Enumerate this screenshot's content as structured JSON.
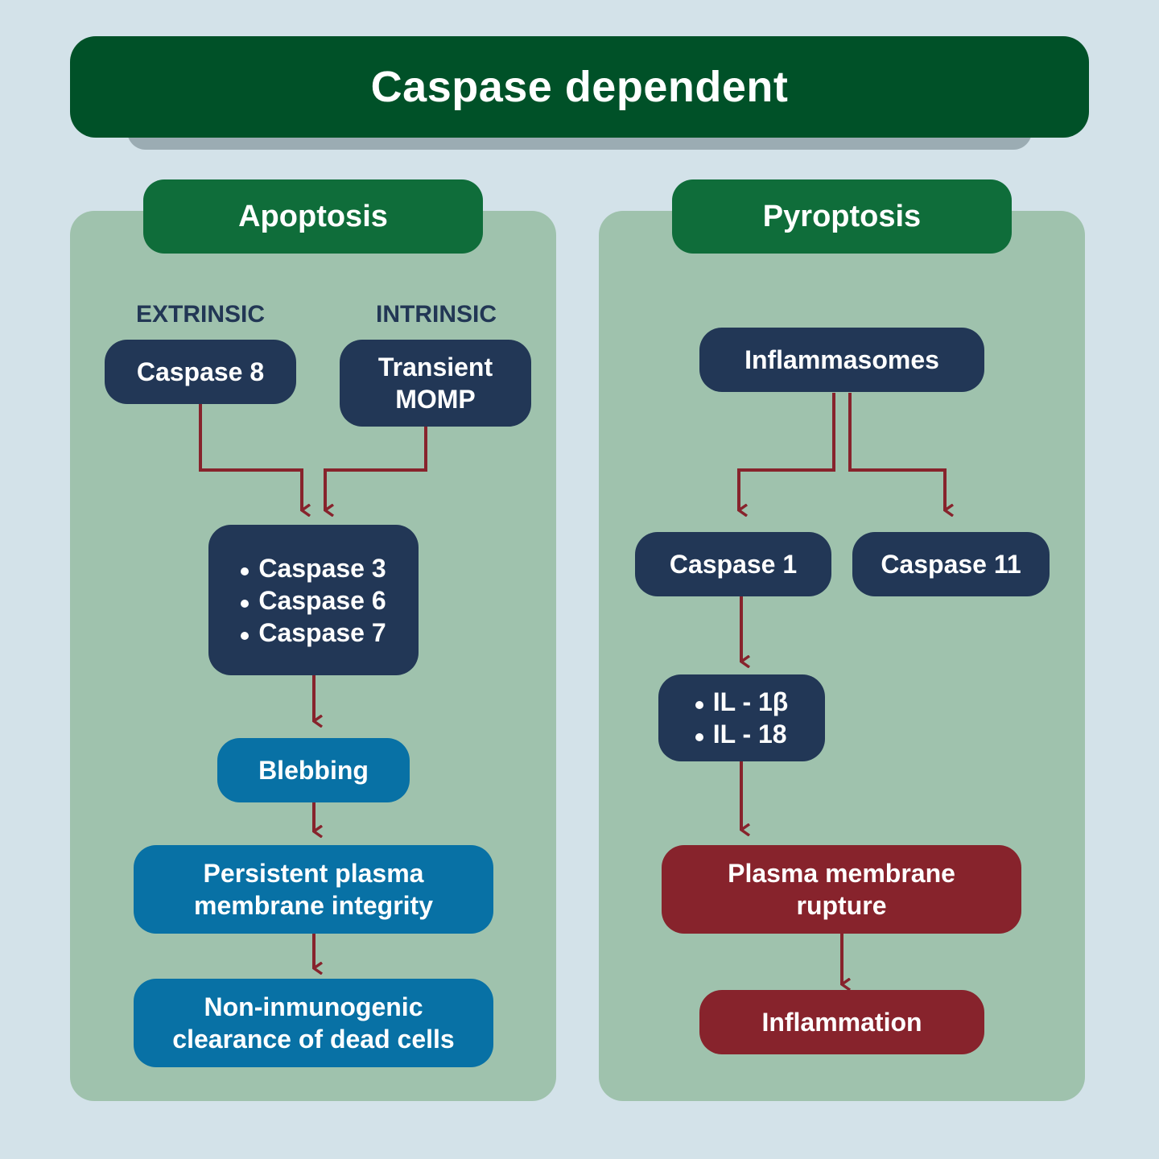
{
  "title": "Caspase dependent",
  "apoptosis": {
    "heading": "Apoptosis",
    "extrinsic_label": "EXTRINSIC",
    "intrinsic_label": "INTRINSIC",
    "caspase8": "Caspase 8",
    "momp_line1": "Transient",
    "momp_line2": "MOMP",
    "executioners": [
      "Caspase 3",
      "Caspase 6",
      "Caspase 7"
    ],
    "blebbing": "Blebbing",
    "integrity_line1": "Persistent plasma",
    "integrity_line2": "membrane integrity",
    "clearance_line1": "Non-inmunogenic",
    "clearance_line2": "clearance of dead cells"
  },
  "pyroptosis": {
    "heading": "Pyroptosis",
    "inflammasomes": "Inflammasomes",
    "caspase1": "Caspase 1",
    "caspase11": "Caspase 11",
    "interleukins": [
      "IL - 1β",
      "IL - 18"
    ],
    "rupture_line1": "Plasma membrane",
    "rupture_line2": "rupture",
    "inflammation": "Inflammation"
  },
  "colors": {
    "title_green": "#005128",
    "header_green": "#0f6d3a",
    "panel_green": "#9fc2ad",
    "navy": "#223756",
    "blue": "#0871a5",
    "red": "#87232c",
    "arrow": "#87232c",
    "background": "#d3e2e9"
  }
}
